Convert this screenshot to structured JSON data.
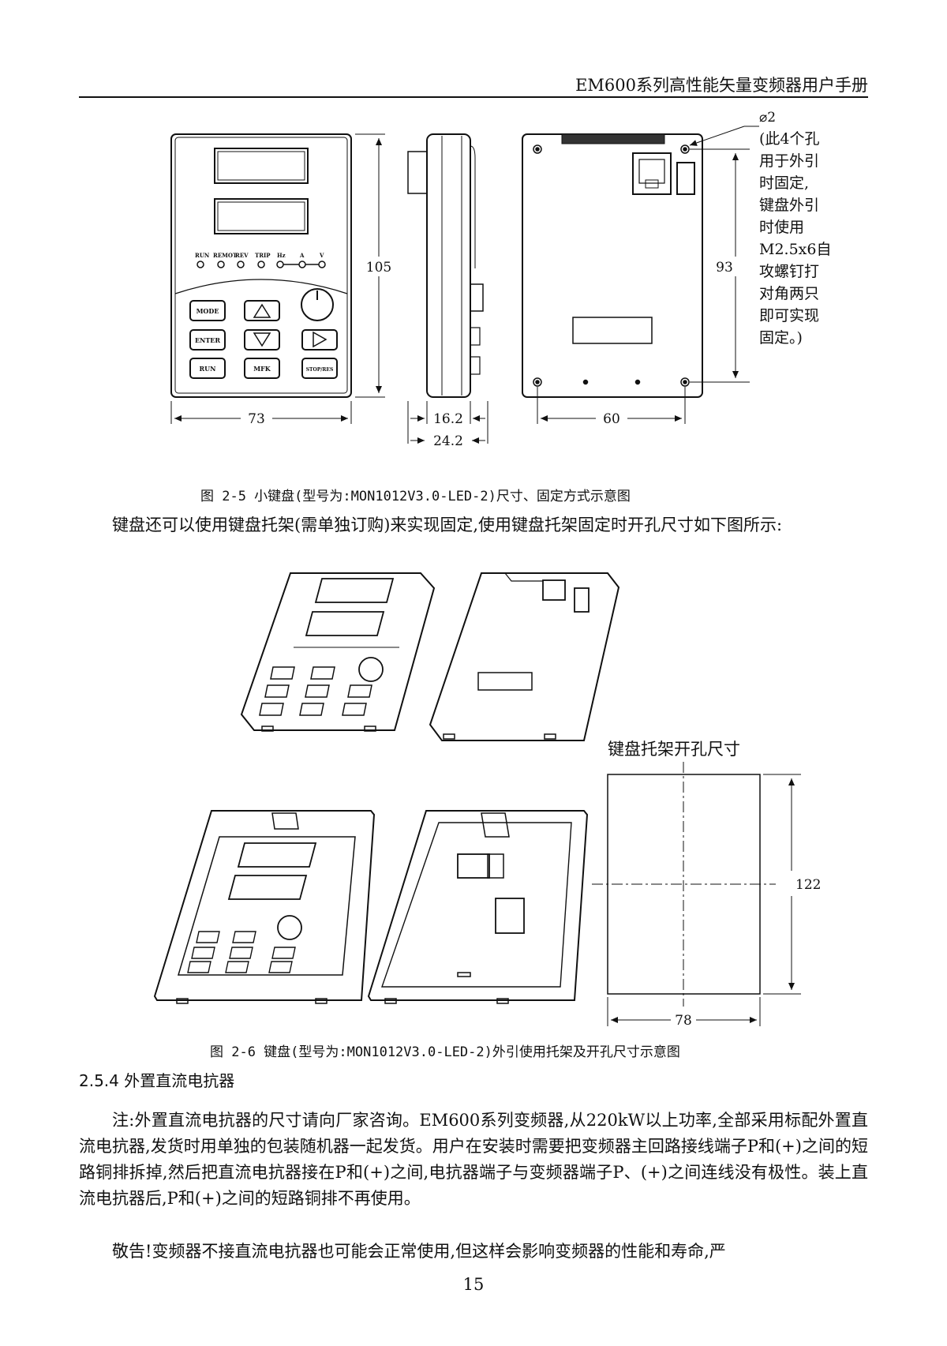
{
  "header": {
    "title": "EM600系列高性能矢量变频器用户手册"
  },
  "figure1": {
    "dim_height": "105",
    "dim_width": "73",
    "dim_depth_a": "16.2",
    "dim_depth_b": "24.2",
    "dim_hole_h": "93",
    "dim_hole_w": "60",
    "hole_dia": "⌀2",
    "note_lines": [
      "(此4个孔",
      "用于外引",
      "时固定,",
      "键盘外引",
      "时使用",
      "M2.5x6自",
      "攻螺钉打",
      "对角两只",
      "即可实现",
      "固定。)"
    ],
    "leds": [
      "RUN",
      "REMOT",
      "REV",
      "TRIP",
      "Hz",
      "A",
      "V"
    ],
    "keys": [
      "MODE",
      "ENTER",
      "RUN",
      "MFK",
      "STOP/RES"
    ],
    "caption": "图 2-5 小键盘(型号为:MON1012V3.0-LED-2)尺寸、固定方式示意图"
  },
  "para1": "键盘还可以使用键盘托架(需单独订购)来实现固定,使用键盘托架固定时开孔尺寸如下图所示:",
  "figure2": {
    "cutout_title": "键盘托架开孔尺寸",
    "cutout_h": "122",
    "cutout_w": "78",
    "caption": "图 2-6 键盘(型号为:MON1012V3.0-LED-2)外引使用托架及开孔尺寸示意图"
  },
  "section": {
    "title": "2.5.4 外置直流电抗器"
  },
  "para2": "注:外置直流电抗器的尺寸请向厂家咨询。EM600系列变频器,从220kW以上功率,全部采用标配外置直流电抗器,发货时用单独的包装随机器一起发货。用户在安装时需要把变频器主回路接线端子P和(+)之间的短路铜排拆掉,然后把直流电抗器接在P和(+)之间,电抗器端子与变频器端子P、(+)之间连线没有极性。装上直流电抗器后,P和(+)之间的短路铜排不再使用。",
  "para3": "敬告!变频器不接直流电抗器也可能会正常使用,但这样会影响变频器的性能和寿命,严",
  "page_number": "15"
}
